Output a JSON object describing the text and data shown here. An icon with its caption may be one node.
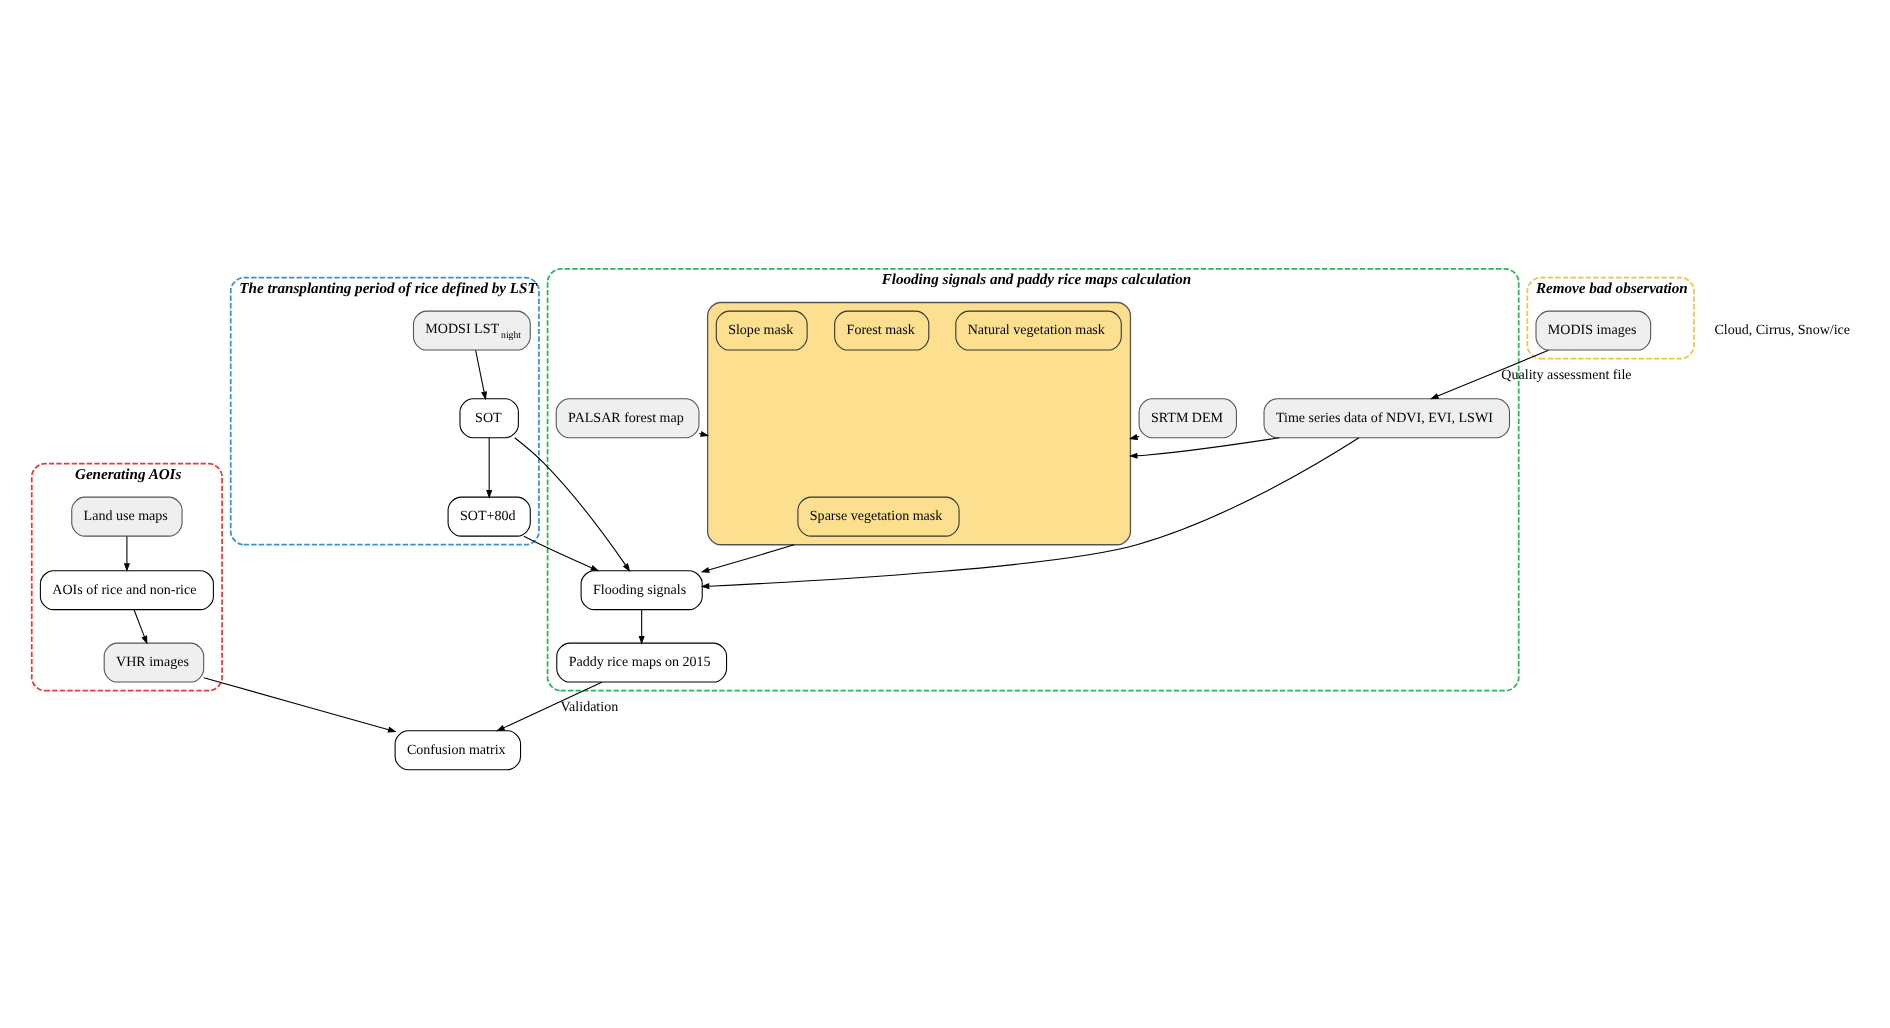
{
  "diagram": {
    "nodes": [
      {
        "text": [
          "Remove bad observation"
        ]
      },
      {
        "text": [
          "MODIS images"
        ],
        "in": 0
      },
      {
        "text": [
          "The transplanting period of rice defined by LST"
        ]
      },
      {
        "text": [
          "MODSI LST$_{night}$"
        ],
        "in": 2
      },
      {
        "text": [
          "SOT"
        ],
        "in": 2
      },
      {
        "text": [
          "SOT+80d"
        ],
        "in": 2
      },
      {
        "text": [
          "Generating AOIs"
        ]
      },
      {
        "text": [
          "AOIs of rice and non-rice"
        ],
        "in": 6
      },
      {
        "text": [
          "VHR images"
        ],
        "in": 6
      },
      {
        "text": [
          "Land use maps"
        ],
        "in": 6
      },
      {
        "text": [
          "Flooding signals and paddy rice maps calculation"
        ]
      },
      {
        "text": [
          "Time series data of NDVI, EVI, LSWI"
        ],
        "in": 10
      },
      {
        "text": [
          "SRTM DEM"
        ],
        "in": 10
      },
      {
        "text": [
          "PALSAR forest map"
        ],
        "in": 10
      },
      {
        "text": [],
        "shape": "box",
        "in": 10
      },
      {
        "text": [
          "Sparse vegetation mask"
        ],
        "in": 14
      },
      {
        "text": [
          "Natural vegetation mask"
        ],
        "in": 14
      },
      {
        "text": [
          "Forest mask"
        ],
        "in": 14
      },
      {
        "text": [
          "Slope mask"
        ],
        "in": 14
      },
      {
        "text": [
          "Flooding signals"
        ],
        "in": 10
      },
      {
        "text": [
          "Paddy rice maps on 2015"
        ],
        "in": 10
      },
      {
        "text": [
          "Confusion matrix"
        ]
      }
    ],
    "edges": [
      {
        "from": 1,
        "to": 11,
        "arrow": "to",
        "label": "Quality assessment file"
      },
      {
        "from": 3,
        "to": 4,
        "arrow": "to"
      },
      {
        "from": 4,
        "to": 5,
        "arrow": "to"
      },
      {
        "from": 4,
        "to": 19,
        "arrow": "to"
      },
      {
        "from": 5,
        "to": 19,
        "arrow": "to"
      },
      {
        "from": 9,
        "to": 7,
        "arrow": "to"
      },
      {
        "from": 7,
        "to": 8,
        "arrow": "to"
      },
      {
        "from": 11,
        "to": 14,
        "arrow": "to"
      },
      {
        "from": 12,
        "to": 14,
        "arrow": "to"
      },
      {
        "from": 13,
        "to": 14,
        "arrow": "to"
      },
      {
        "from": 11,
        "to": 19,
        "arrow": "to"
      },
      {
        "from": 14,
        "to": 19,
        "arrow": "to"
      },
      {
        "from": 19,
        "to": 20,
        "arrow": "to"
      },
      {
        "from": 20,
        "to": 21,
        "arrow": "to",
        "label": "Validation"
      },
      {
        "from": 8,
        "to": 21,
        "arrow": "to"
      }
    ],
    "labels": [
      "Cloud, Cirrus, Snow/ice"
    ]
  }
}
